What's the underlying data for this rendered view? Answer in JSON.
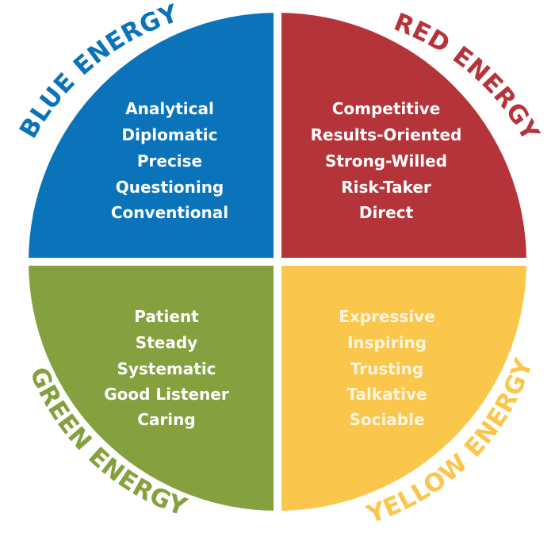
{
  "colors": {
    "blue": "#0a73ba",
    "red": "#b5343a",
    "green": "#84a03f",
    "yellow": "#fbc64c",
    "background": "#ffffff"
  },
  "quadrants": {
    "blue": {
      "label": "BLUE ENERGY",
      "traits": [
        "Analytical",
        "Diplomatic",
        "Precise",
        "Questioning",
        "Conventional"
      ]
    },
    "red": {
      "label": "RED ENERGY",
      "traits": [
        "Competitive",
        "Results-Oriented",
        "Strong-Willed",
        "Risk-Taker",
        "Direct"
      ]
    },
    "green": {
      "label": "GREEN ENERGY",
      "traits": [
        "Patient",
        "Steady",
        "Systematic",
        "Good Listener",
        "Caring"
      ]
    },
    "yellow": {
      "label": "YELLOW ENERGY",
      "traits": [
        "Expressive",
        "Inspiring",
        "Trusting",
        "Talkative",
        "Sociable"
      ]
    }
  }
}
